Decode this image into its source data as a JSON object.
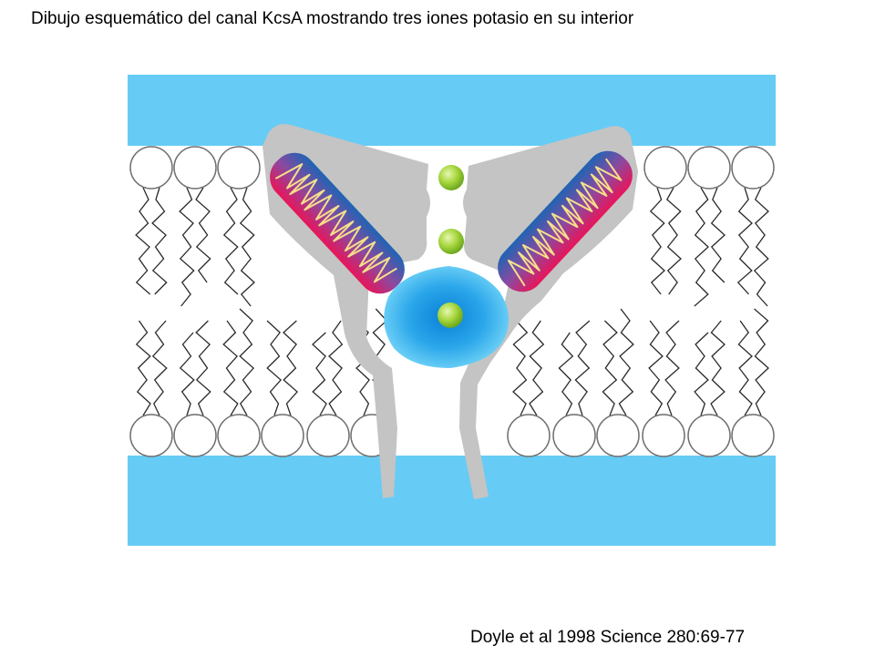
{
  "title": "Dibujo esquemático del canal KcsA mostrando tres iones potasio en su interior",
  "citation": "Doyle et al 1998 Science 280:69-77",
  "colors": {
    "water": "#66ccf5",
    "protein": "#c4c4c4",
    "lipid_head_fill": "#ffffff",
    "lipid_head_stroke": "#707070",
    "lipid_tail": "#2a2a2a",
    "ion": "#9fd33a",
    "helix_top": "#1f64b4",
    "helix_bottom": "#e8155a",
    "helix_coil": "#f6e08a",
    "cavity_glow": "#1495e0"
  },
  "diagram": {
    "ion_count": 3,
    "upper_leaflet": {
      "left_heads": 3,
      "right_heads": 3
    },
    "lower_leaflet": {
      "left_heads": 6,
      "right_heads": 6
    }
  }
}
